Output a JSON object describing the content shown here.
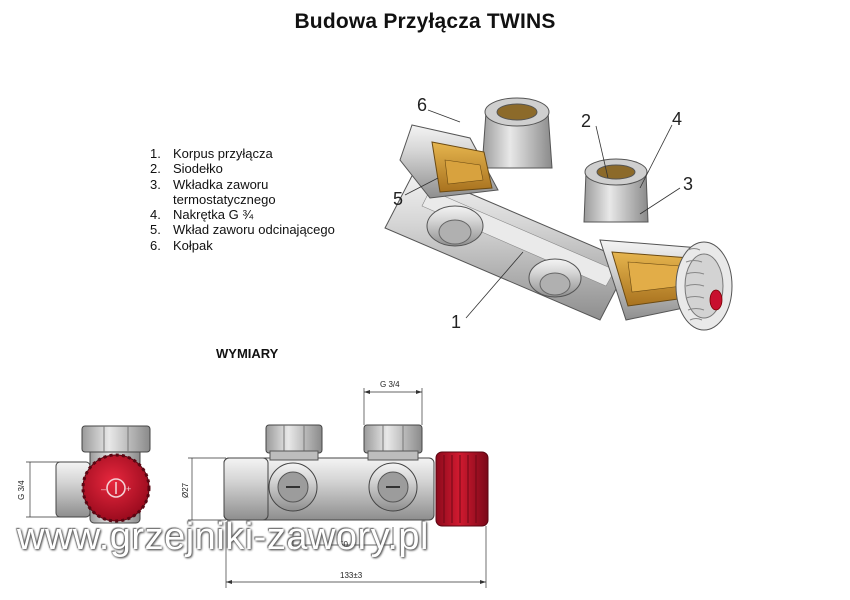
{
  "page": {
    "title": "Budowa Przyłącza TWINS"
  },
  "parts_list": [
    {
      "num": "1.",
      "label": "Korpus przyłącza"
    },
    {
      "num": "2.",
      "label": "Siodełko"
    },
    {
      "num": "3.",
      "label": "Wkładka zaworu termostatycznego"
    },
    {
      "num": "4.",
      "label": "Nakrętka G ¾"
    },
    {
      "num": "5.",
      "label": "Wkład zaworu odcinającego"
    },
    {
      "num": "6.",
      "label": "Kołpak"
    }
  ],
  "callouts": [
    "6",
    "2",
    "4",
    "3",
    "5",
    "1"
  ],
  "dimensions": {
    "heading": "WYMIARY",
    "thread_top": "G 3/4",
    "thread_side": "G 3/4",
    "diameter": "Ø27",
    "spacing": "50",
    "length": "133±3"
  },
  "watermark": "www.grzejniki-zawory.pl",
  "colors": {
    "brass": "#c9922f",
    "chrome": "#c8c8c8",
    "cap_red": "#c8102e",
    "outline": "#333333"
  }
}
